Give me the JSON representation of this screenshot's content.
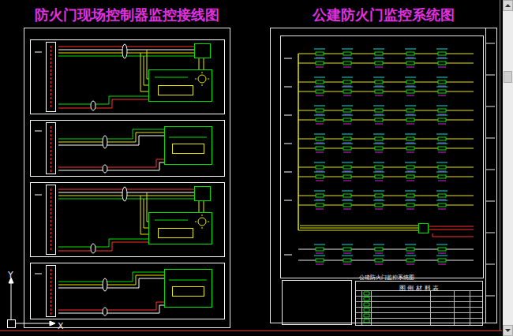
{
  "diagram": {
    "nodes": [
      {
        "text": [
          "防火门现场控制器监控接线图"
        ]
      },
      {
        "text": [
          "公建防火门监控系统图"
        ]
      },
      {
        "text": [
          "图 例 材 料 表"
        ],
        "in": 1
      }
    ],
    "labels": [
      "公建防火门监控系统图",
      "Y",
      "X"
    ]
  }
}
